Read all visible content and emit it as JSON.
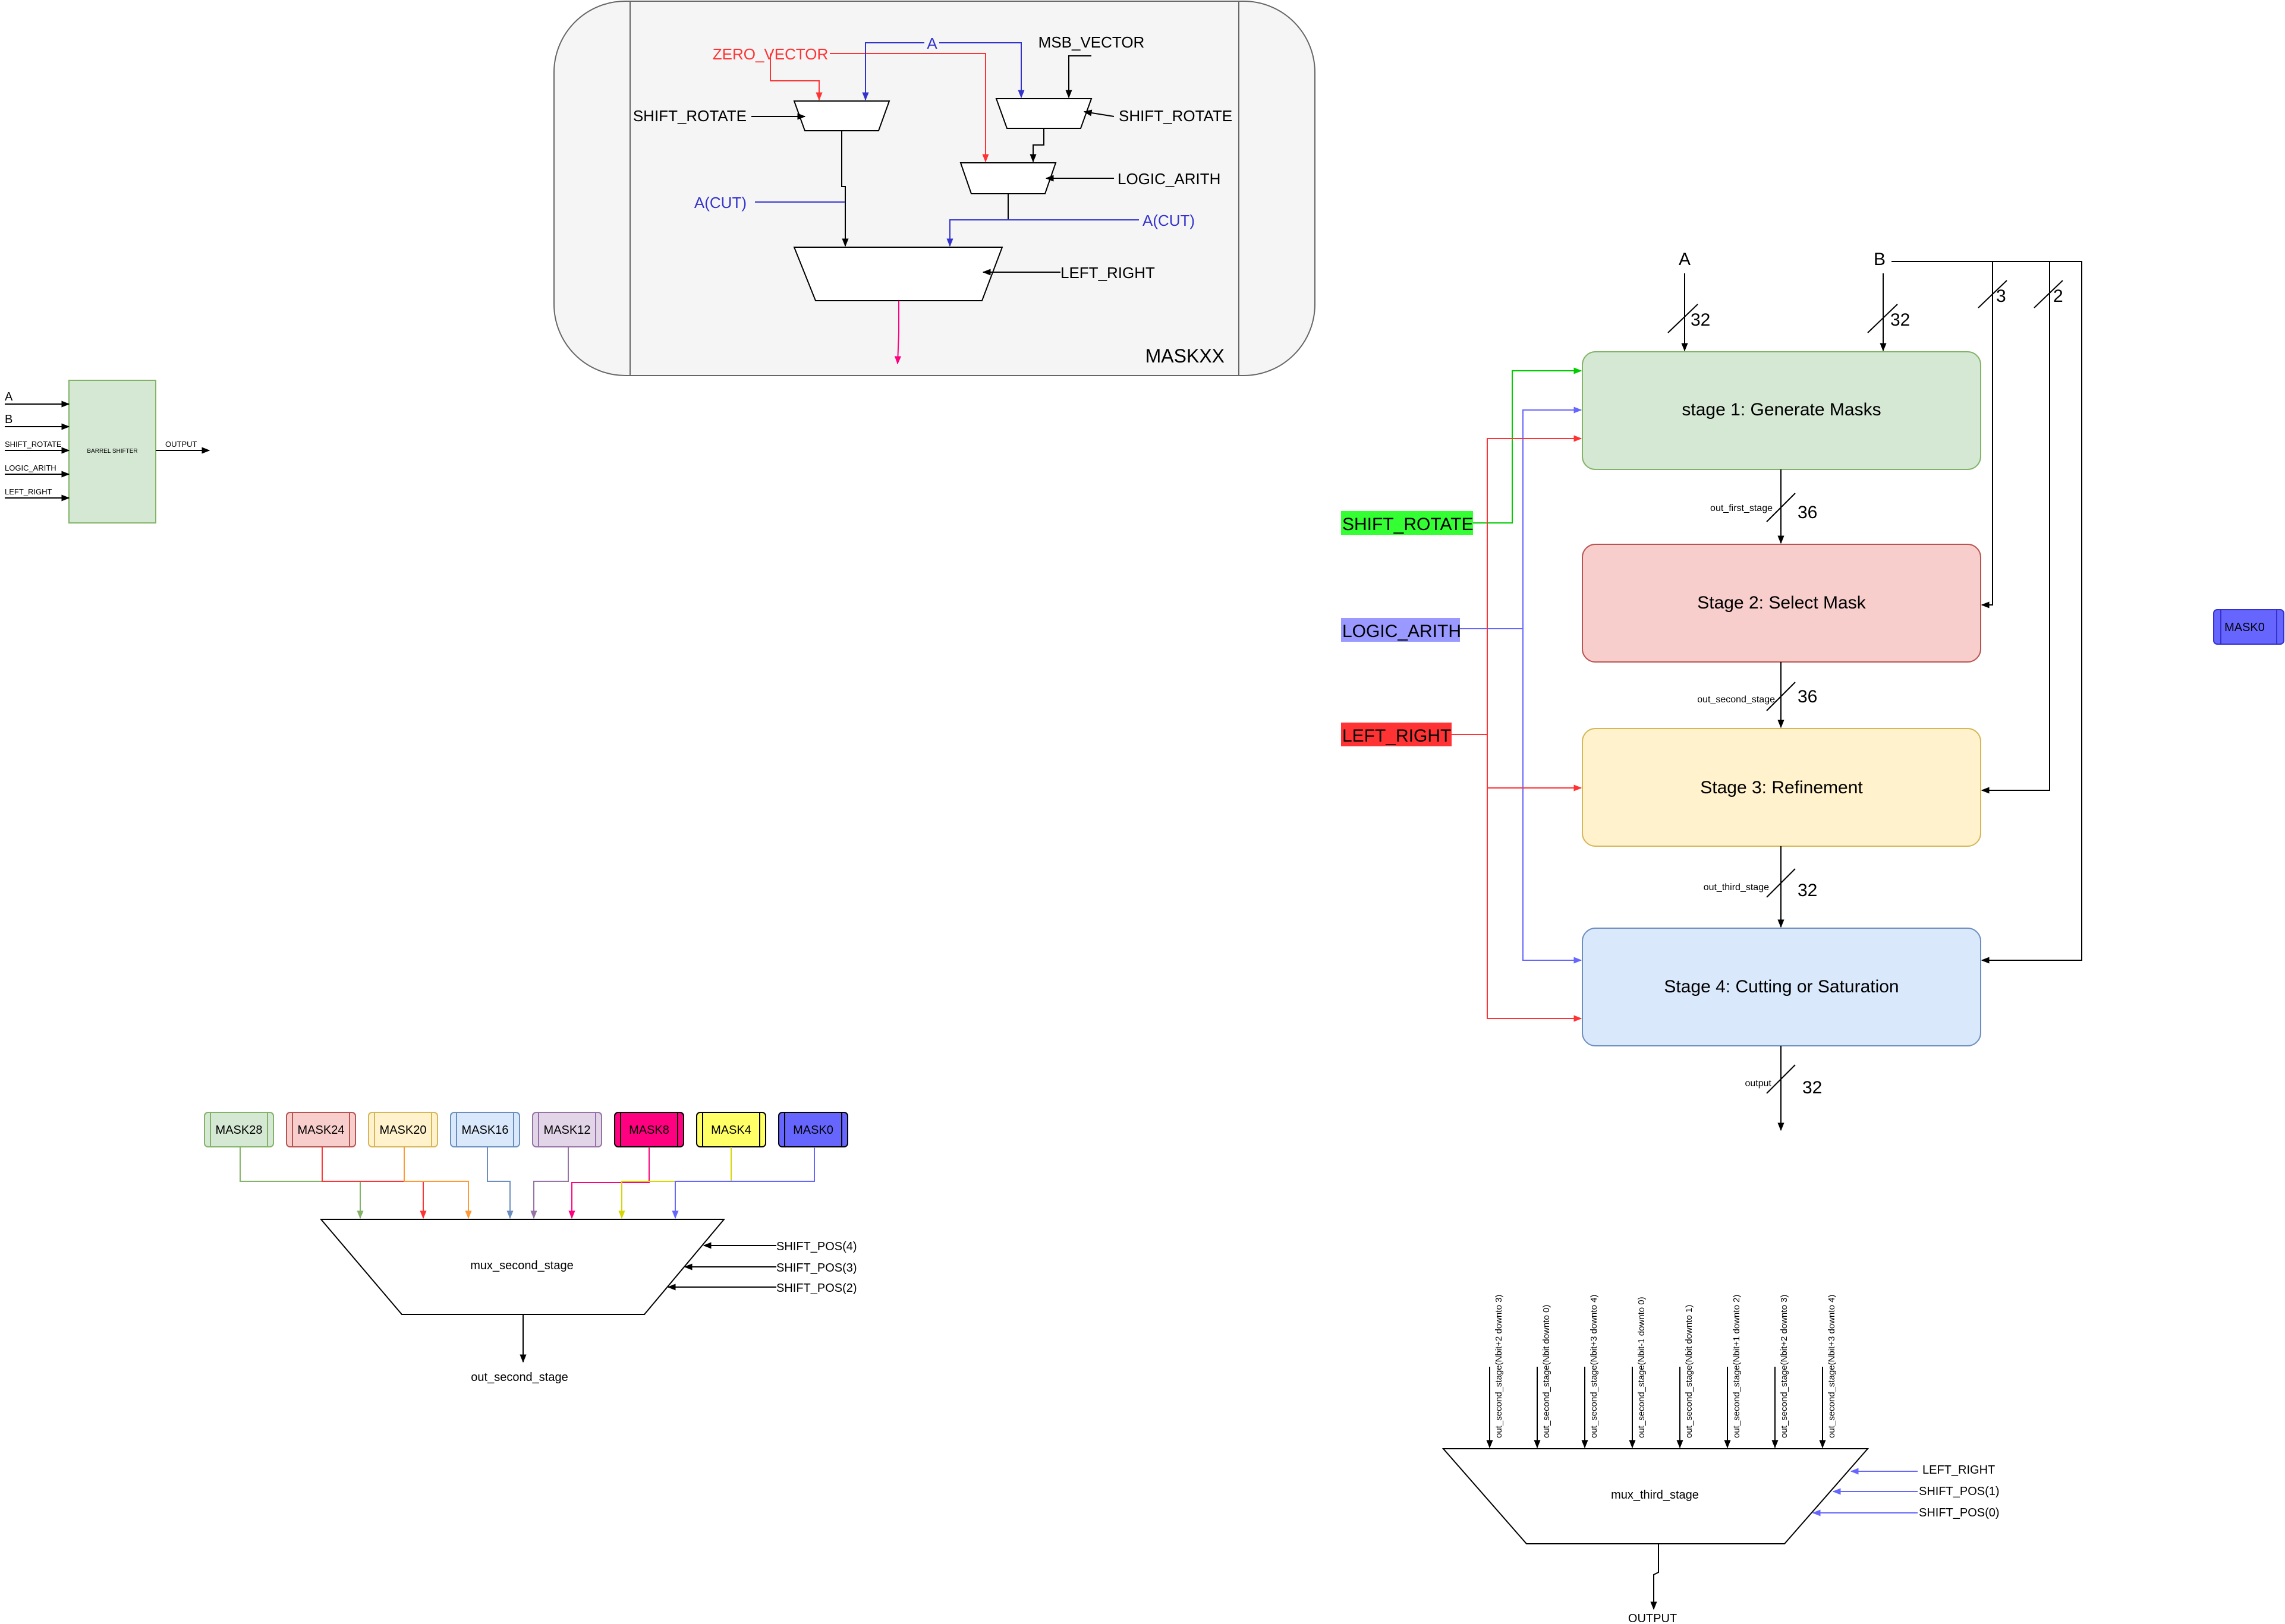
{
  "maskxx": {
    "title": "MASKXX",
    "zero_vector": "ZERO_VECTOR",
    "a": "A",
    "msb_vector": "MSB_VECTOR",
    "shift_rotate_left": "SHIFT_ROTATE",
    "shift_rotate_right": "SHIFT_ROTATE",
    "logic_arith": "LOGIC_ARITH",
    "a_cut_left": "A(CUT)",
    "a_cut_right": "A(CUT)",
    "left_right": "LEFT_RIGHT"
  },
  "barrel": {
    "label": "BARREL SHIFTER",
    "inputs": [
      "A",
      "B",
      "SHIFT_ROTATE",
      "LOGIC_ARITH",
      "LEFT_RIGHT"
    ],
    "output": "OUTPUT"
  },
  "pipeline": {
    "input_a": "A",
    "input_b": "B",
    "width_a": "32",
    "width_b": "32",
    "width_3": "3",
    "width_2": "2",
    "stage1": "stage 1: Generate Masks",
    "stage2": "Stage 2: Select Mask",
    "stage3": "Stage 3: Refinement",
    "stage4": "Stage 4: Cutting or Saturation",
    "link1_label": "out_first_stage",
    "link1_width": "36",
    "link2_label": "out_second_stage",
    "link2_width": "36",
    "link3_label": "out_third_stage",
    "link3_width": "32",
    "out_label": "output",
    "out_width": "32",
    "ctrl_shift_rotate": "SHIFT_ROTATE",
    "ctrl_logic_arith": "LOGIC_ARITH",
    "ctrl_left_right": "LEFT_RIGHT"
  },
  "mask0_side": "MASK0",
  "mux2": {
    "masks": [
      "MASK28",
      "MASK24",
      "MASK20",
      "MASK16",
      "MASK12",
      "MASK8",
      "MASK4",
      "MASK0"
    ],
    "label": "mux_second_stage",
    "selects": [
      "SHIFT_POS(4)",
      "SHIFT_POS(3)",
      "SHIFT_POS(2)"
    ],
    "output": "out_second_stage"
  },
  "mux3": {
    "inputs": [
      "out_second_stage(Nbit+2 downto 3)",
      "out_second_stage(Nbit downto 0)",
      "out_second_stage(Nbit+3 downto 4)",
      "out_second_stage(Nbit-1 downto 0)",
      "out_second_stage(Nbit downto 1)",
      "out_second_stage(Nbit+1 downto 2)",
      "out_second_stage(Nbit+2 downto 3)",
      "out_second_stage(Nbit+3 downto 4)"
    ],
    "label": "mux_third_stage",
    "selects": [
      "LEFT_RIGHT",
      "SHIFT_POS(1)",
      "SHIFT_POS(0)"
    ],
    "output": "OUTPUT"
  },
  "colors": {
    "green": "#d5e8d4",
    "green_stroke": "#82b366",
    "red": "#f8cecc",
    "red_stroke": "#b85450",
    "yellow": "#fff2cc",
    "yellow_stroke": "#d6b656",
    "blue": "#dae8fc",
    "blue_stroke": "#6c8ebf",
    "purple": "#e1d5e7",
    "purple_stroke": "#9673a6",
    "magenta": "#ff0080",
    "bright_yellow": "#ffff66",
    "violet": "#6666ff",
    "wire_blue": "#3333cc",
    "wire_red": "#ff3333",
    "wire_green": "#00cc00"
  }
}
